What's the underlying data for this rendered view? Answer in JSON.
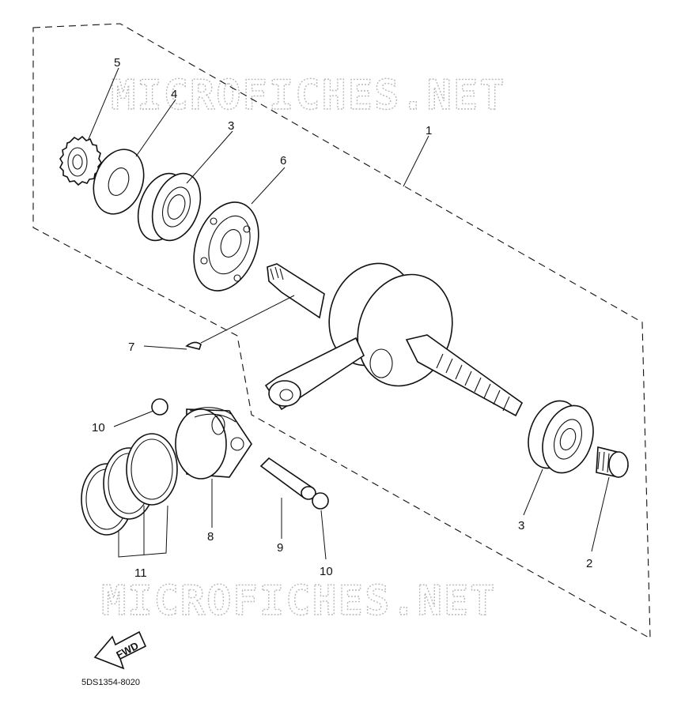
{
  "watermark": "MICROFICHES.NET",
  "diagram_code": "5DS1354-8020",
  "fwd_label": "FWD",
  "callouts": {
    "c1": "1",
    "c2": "2",
    "c3a": "3",
    "c3b": "3",
    "c4": "4",
    "c5": "5",
    "c6": "6",
    "c7": "7",
    "c8": "8",
    "c9": "9",
    "c10a": "10",
    "c10b": "10",
    "c11": "11"
  }
}
